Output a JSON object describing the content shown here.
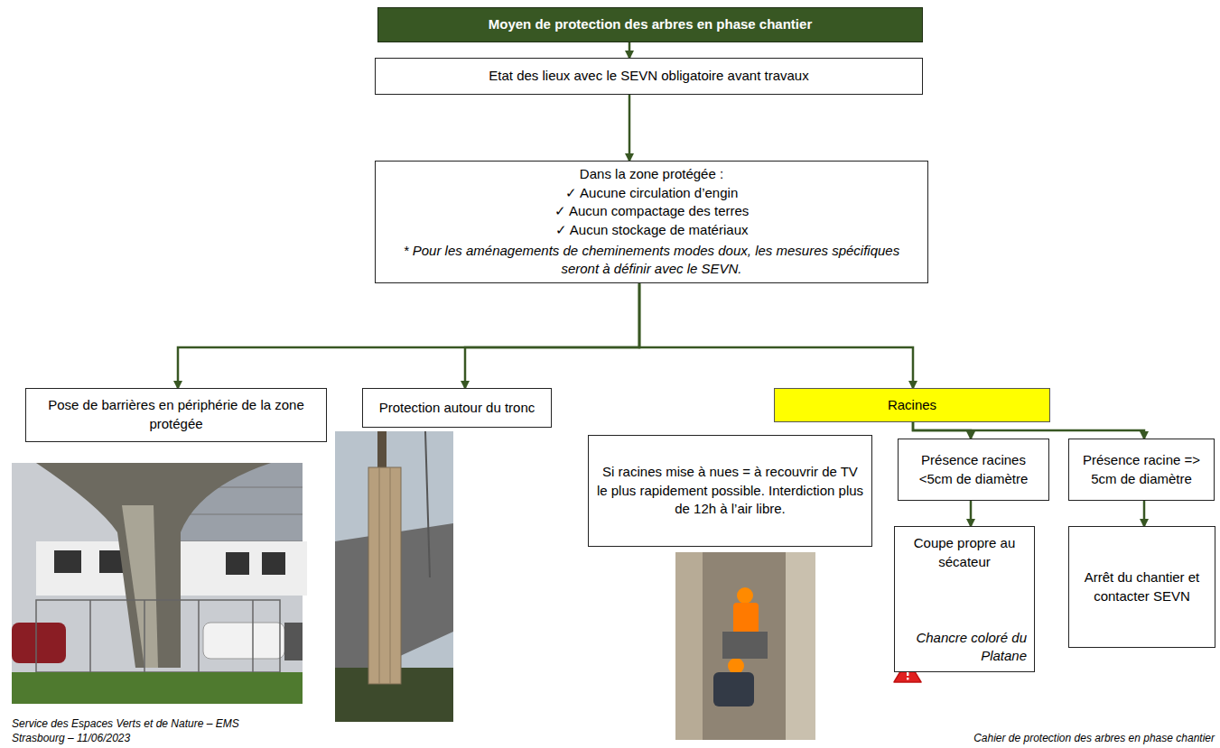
{
  "diagram": {
    "title": "Moyen de protection des arbres en phase chantier",
    "nodes": [
      {
        "text": [
          "Moyen de protection des arbres en phase chantier"
        ]
      },
      {
        "text": [
          "Etat des lieux avec le SEVN obligatoire avant travaux"
        ]
      },
      {
        "text": [
          "Dans la zone protégée :",
          "✓ Aucune circulation d’engin",
          "✓ Aucun compactage des terres",
          "✓ Aucun stockage de matériaux",
          "* Pour les aménagements de cheminements modes doux, les mesures spécifiques seront à définir avec le SEVN."
        ]
      },
      {
        "text": [
          "Pose de barrières en périphérie de la zone protégée"
        ]
      },
      {
        "text": [
          "Protection autour du tronc"
        ]
      },
      {
        "text": [
          "Racines"
        ]
      },
      {
        "text": [
          "Si racines mise à nues = à recouvrir de TV le plus rapidement possible. Interdiction plus de 12h à l’air libre."
        ]
      },
      {
        "text": [
          "Présence racines <5cm de diamètre"
        ]
      },
      {
        "text": [
          "Présence racine => 5cm de diamètre"
        ]
      },
      {
        "text": [
          "Coupe propre au sécateur",
          "Chancre coloré du Platane"
        ]
      },
      {
        "text": [
          "Arrêt du chantier et contacter SEVN"
        ]
      }
    ],
    "edges": [
      {
        "from": 0,
        "to": 1,
        "arrow": "to"
      },
      {
        "from": 1,
        "to": 2,
        "arrow": "to"
      },
      {
        "from": 2,
        "to": 3,
        "arrow": "to"
      },
      {
        "from": 2,
        "to": 4,
        "arrow": "to"
      },
      {
        "from": 2,
        "to": 5,
        "arrow": "to"
      },
      {
        "from": 5,
        "to": 7,
        "arrow": "to"
      },
      {
        "from": 5,
        "to": 8,
        "arrow": "to"
      },
      {
        "from": 7,
        "to": 9,
        "arrow": "to"
      },
      {
        "from": 8,
        "to": 10,
        "arrow": "to"
      }
    ],
    "labels": [
      "Service des Espaces Verts et de Nature – EMS Strasbourg – 11/06/2023",
      "Cahier de protection des arbres en phase chantier"
    ]
  }
}
